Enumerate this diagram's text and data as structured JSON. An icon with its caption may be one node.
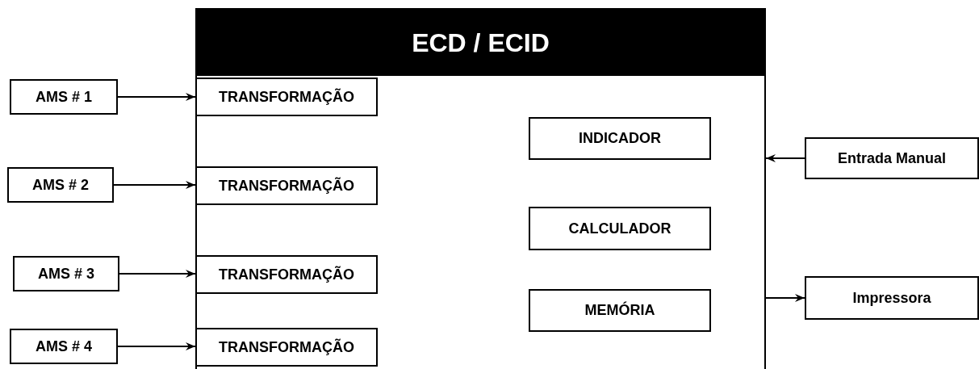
{
  "diagram": {
    "nodes": [
      {
        "text": [
          "ECD / ECID"
        ]
      },
      {
        "text": [
          "AMS # 1"
        ]
      },
      {
        "text": [
          "TRANSFORMAÇÃO"
        ],
        "in": 0
      },
      {
        "text": [
          "AMS # 2"
        ]
      },
      {
        "text": [
          "TRANSFORMAÇÃO"
        ],
        "in": 0
      },
      {
        "text": [
          "AMS # 3"
        ]
      },
      {
        "text": [
          "TRANSFORMAÇÃO"
        ],
        "in": 0
      },
      {
        "text": [
          "AMS # 4"
        ]
      },
      {
        "text": [
          "TRANSFORMAÇÃO"
        ],
        "in": 0
      },
      {
        "text": [
          "INDICADOR"
        ],
        "in": 0
      },
      {
        "text": [
          "CALCULADOR"
        ],
        "in": 0
      },
      {
        "text": [
          "MEMÓRIA"
        ],
        "in": 0
      },
      {
        "text": [
          "Entrada Manual"
        ]
      },
      {
        "text": [
          "Impressora"
        ]
      }
    ],
    "edges": [
      {
        "from": 1,
        "to": 2,
        "arrow": "to"
      },
      {
        "from": 3,
        "to": 4,
        "arrow": "to"
      },
      {
        "from": 5,
        "to": 6,
        "arrow": "to"
      },
      {
        "from": 7,
        "to": 8,
        "arrow": "to"
      },
      {
        "from": 12,
        "to": 0,
        "arrow": "to"
      },
      {
        "from": 0,
        "to": 13,
        "arrow": "to"
      }
    ]
  }
}
